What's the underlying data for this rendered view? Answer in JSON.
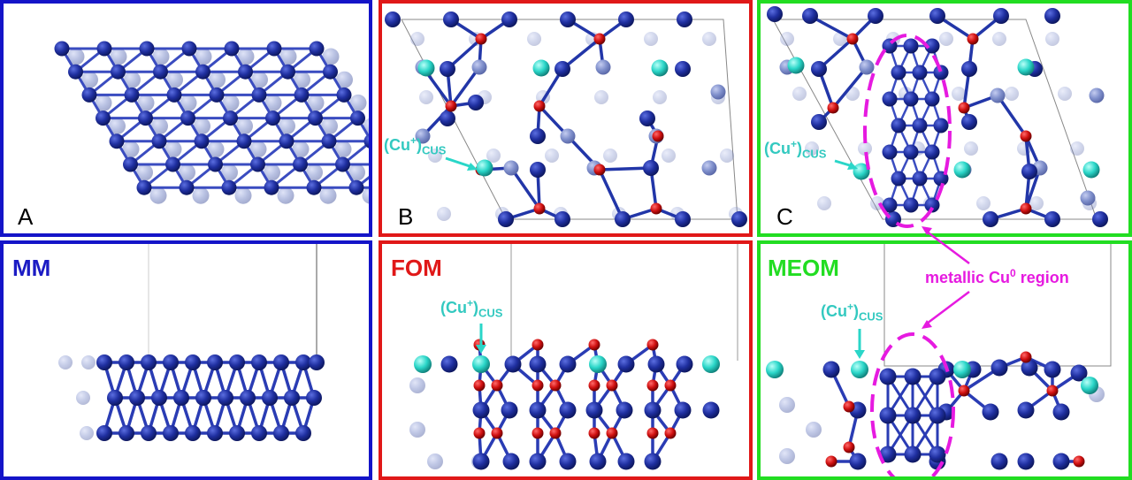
{
  "panels": {
    "top": [
      {
        "letter": "A",
        "color": "#1414c8"
      },
      {
        "letter": "B",
        "color": "#e01818"
      },
      {
        "letter": "C",
        "color": "#22dd22"
      }
    ],
    "bottom": [
      {
        "title": "MM",
        "color": "#1c1cc4"
      },
      {
        "title": "FOM",
        "color": "#e01818"
      },
      {
        "title": "MEOM",
        "color": "#22dd22"
      }
    ]
  },
  "labels": {
    "cus_main": "(Cu",
    "cus_sup": "+",
    "cus_close": ")",
    "cus_sub": "CUS",
    "metallic_main": "metallic Cu",
    "metallic_sup": "0",
    "metallic_tail": " region"
  },
  "colors": {
    "cu_dark": "#1f2fa0",
    "cu_light": "#8090cc",
    "oxygen": "#d01010",
    "cu_plus": "#2ad6c8",
    "highlight": "#e61ae0"
  }
}
